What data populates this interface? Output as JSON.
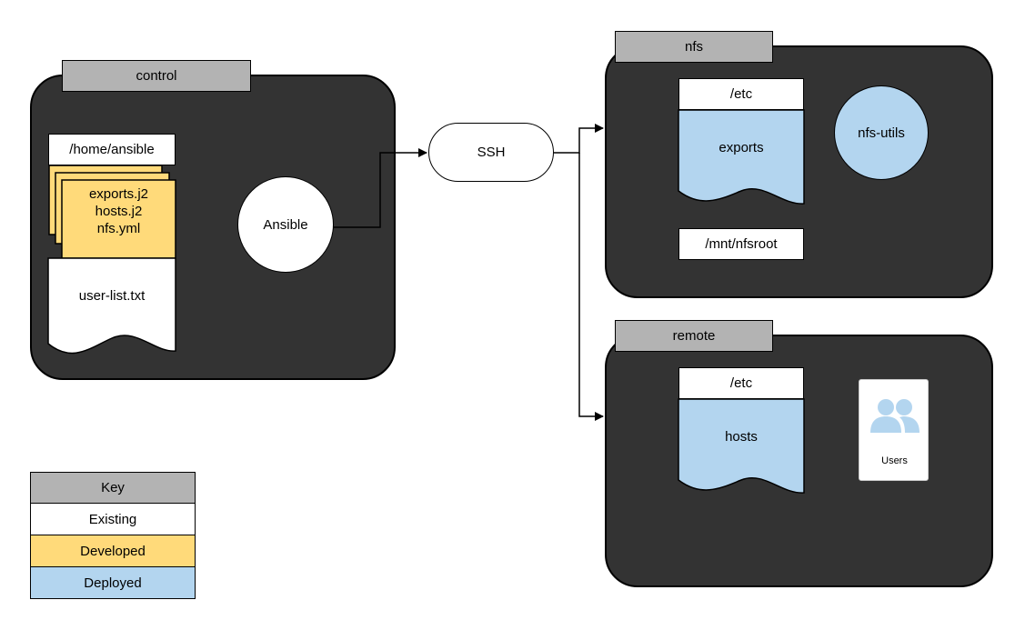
{
  "colors": {
    "panel": "#333333",
    "tab": "#b3b3b3",
    "existing": "#ffffff",
    "developed": "#ffda7a",
    "deployed": "#b3d5ef"
  },
  "control": {
    "title": "control",
    "home_dir": "/home/ansible",
    "templates": [
      "exports.j2",
      "hosts.j2",
      "nfs.yml"
    ],
    "user_list": "user-list.txt",
    "ansible": "Ansible"
  },
  "ssh": "SSH",
  "nfs": {
    "title": "nfs",
    "etc": "/etc",
    "exports": "exports",
    "nfs_utils": "nfs-utils",
    "mnt": "/mnt/nfsroot"
  },
  "remote": {
    "title": "remote",
    "etc": "/etc",
    "hosts": "hosts",
    "users_label": "Users",
    "users_icon": "users-icon"
  },
  "key": {
    "title": "Key",
    "existing": "Existing",
    "developed": "Developed",
    "deployed": "Deployed"
  }
}
